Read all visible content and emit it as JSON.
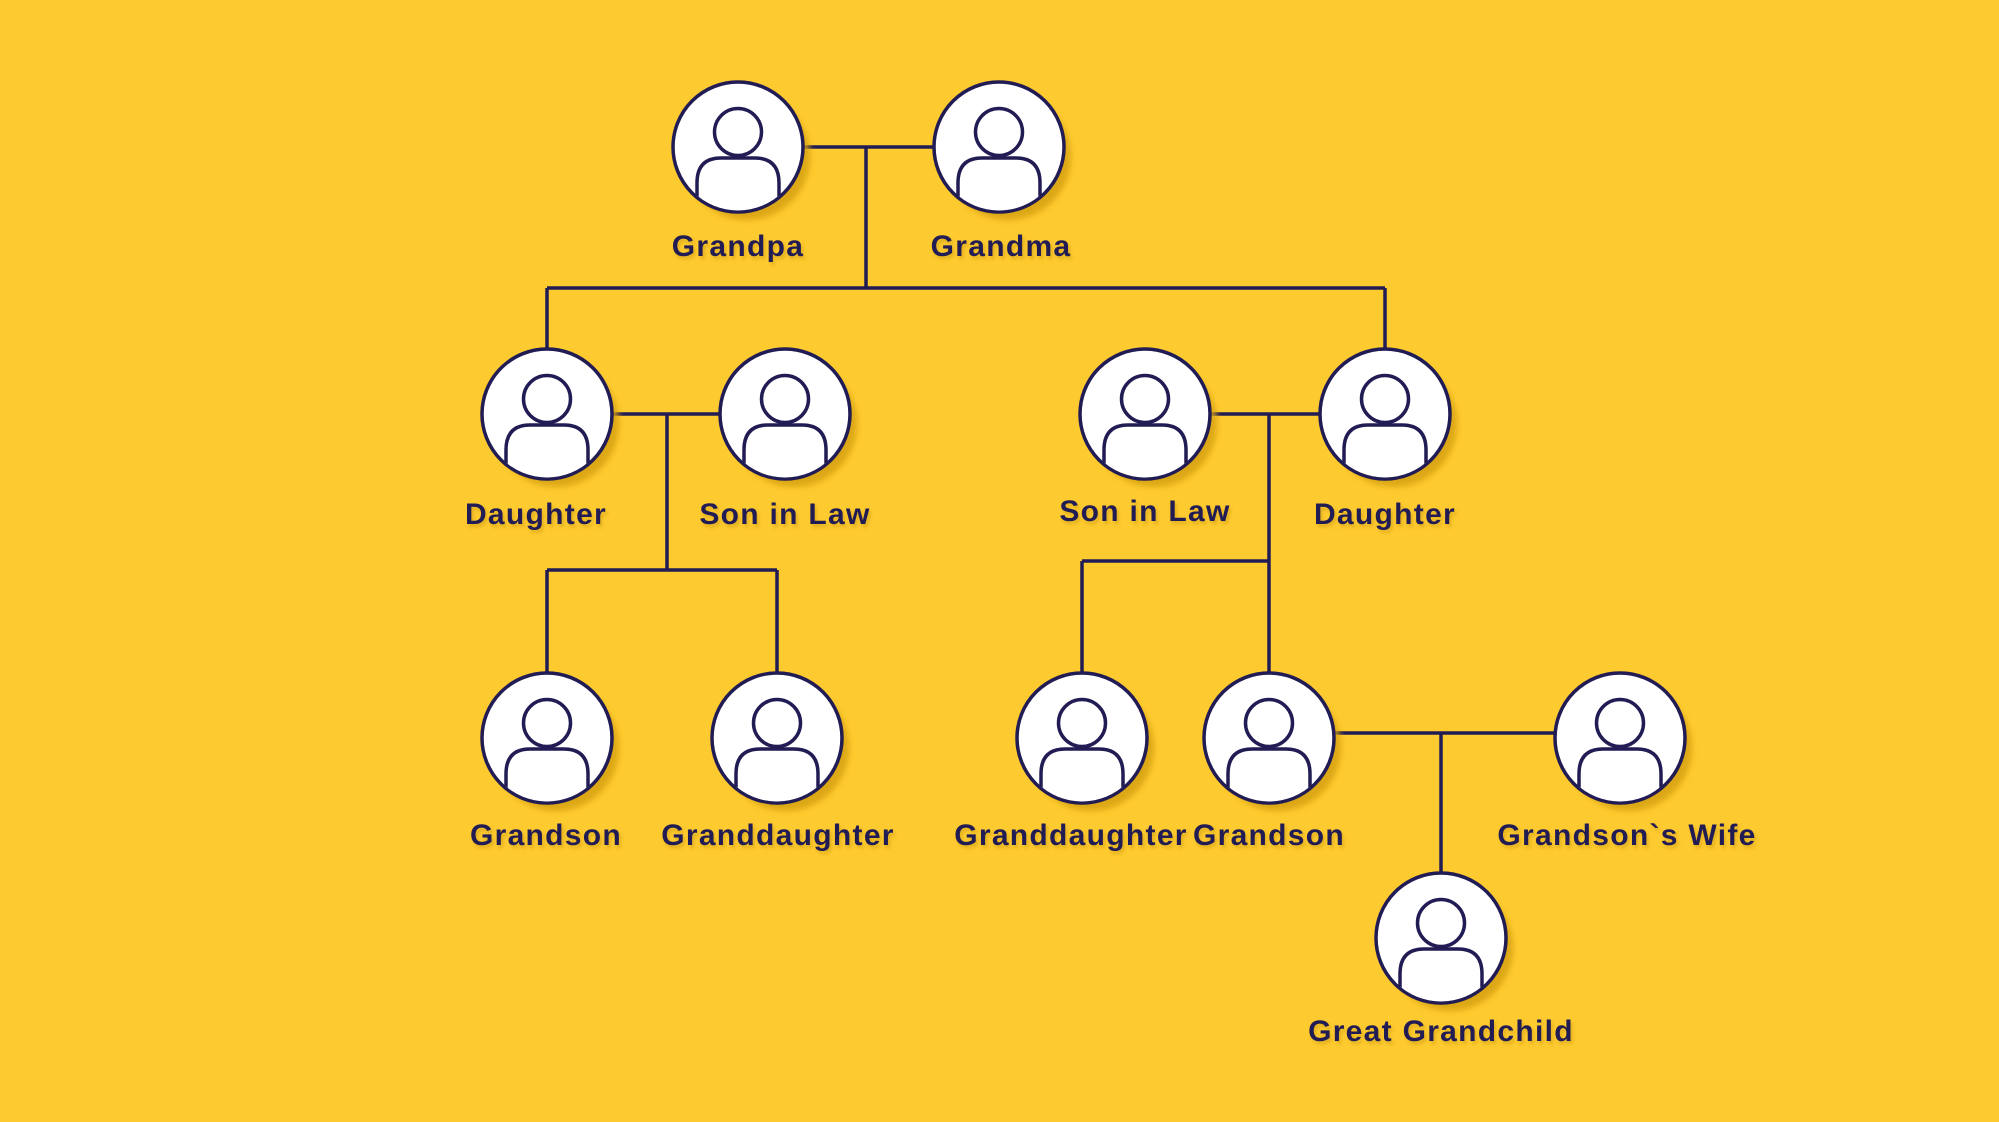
{
  "title": "Family tree diagram",
  "colors": {
    "background": "#fdca2f",
    "ink": "#221c54",
    "node_fill": "#ffffff",
    "node_shadow": "#d7a212"
  },
  "nodes": [
    {
      "id": "grandpa",
      "label": "Grandpa",
      "generation": 1
    },
    {
      "id": "grandma",
      "label": "Grandma",
      "generation": 1
    },
    {
      "id": "daughter-left",
      "label": "Daughter",
      "generation": 2
    },
    {
      "id": "son-in-law-left",
      "label": "Son in Law",
      "generation": 2
    },
    {
      "id": "son-in-law-right",
      "label": "Son in Law",
      "generation": 2
    },
    {
      "id": "daughter-right",
      "label": "Daughter",
      "generation": 2
    },
    {
      "id": "grandson-left",
      "label": "Grandson",
      "generation": 3
    },
    {
      "id": "granddaughter-left",
      "label": "Granddaughter",
      "generation": 3
    },
    {
      "id": "granddaughter-right",
      "label": "Granddaughter",
      "generation": 3
    },
    {
      "id": "grandson-right",
      "label": "Grandson",
      "generation": 3
    },
    {
      "id": "grandsons-wife",
      "label": "Grandson`s Wife",
      "generation": 3
    },
    {
      "id": "great-grandchild",
      "label": "Great Grandchild",
      "generation": 4
    }
  ],
  "relationships": {
    "marriages": [
      [
        "grandpa",
        "grandma"
      ],
      [
        "daughter-left",
        "son-in-law-left"
      ],
      [
        "son-in-law-right",
        "daughter-right"
      ],
      [
        "grandson-right",
        "grandsons-wife"
      ]
    ],
    "parent_child": [
      {
        "parents": [
          "grandpa",
          "grandma"
        ],
        "children": [
          "daughter-left",
          "daughter-right"
        ]
      },
      {
        "parents": [
          "daughter-left",
          "son-in-law-left"
        ],
        "children": [
          "grandson-left",
          "granddaughter-left"
        ]
      },
      {
        "parents": [
          "son-in-law-right",
          "daughter-right"
        ],
        "children": [
          "granddaughter-right",
          "grandson-right"
        ]
      },
      {
        "parents": [
          "grandson-right",
          "grandsons-wife"
        ],
        "children": [
          "great-grandchild"
        ]
      }
    ]
  }
}
